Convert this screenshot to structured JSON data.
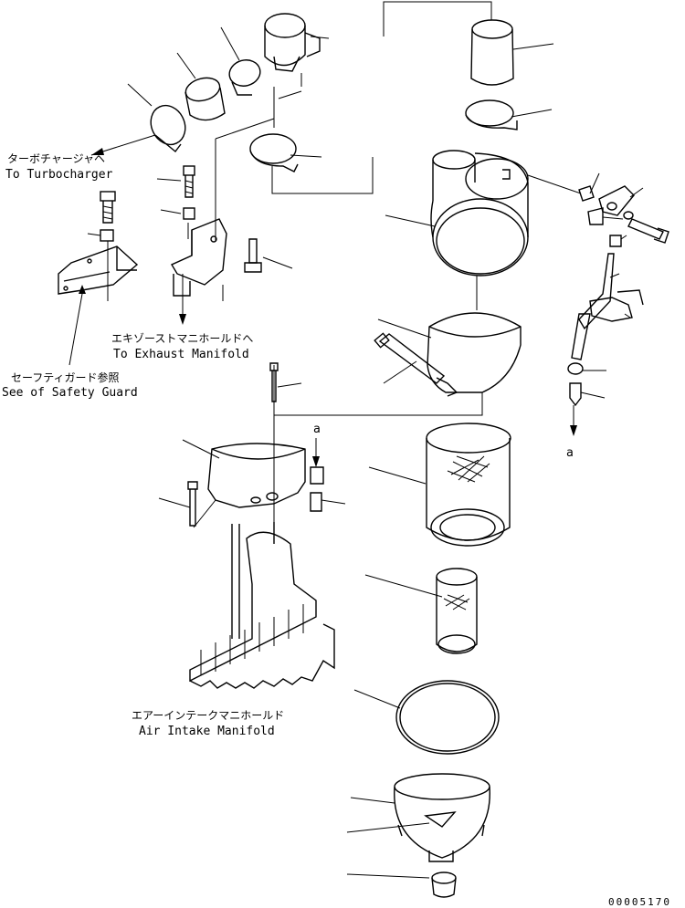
{
  "labels": {
    "turbo_jp": "ターボチャージャヘ",
    "turbo_en": "To Turbocharger",
    "exhaust_jp": "エキゾーストマニホールドへ",
    "exhaust_en": "To Exhaust Manifold",
    "guard_jp": "セーフティガード参照",
    "guard_en": "See of Safety Guard",
    "intake_jp": "エアーインテークマニホールド",
    "intake_en": "Air Intake Manifold",
    "ref_a_top": "a",
    "ref_a_right": "a"
  },
  "drawing_code": "00005170"
}
